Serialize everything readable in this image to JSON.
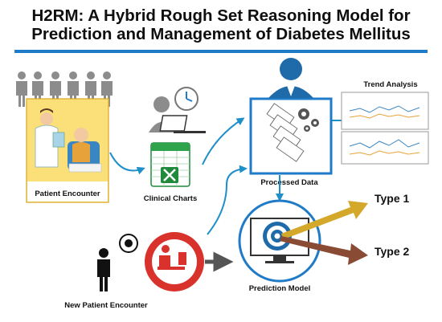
{
  "title": {
    "line1": "H2RM: A Hybrid Rough Set Reasoning Model for",
    "line2": "Prediction and Management of Diabetes Mellitus"
  },
  "nodes": {
    "patient_encounter": "Patient Encounter",
    "clinical_charts": "Clinical Charts",
    "processed_data": "Processed Data",
    "trend_analysis": "Trend Analysis",
    "new_patient_encounter": "New Patient Encounter",
    "prediction_model": "Prediction Model"
  },
  "outputs": {
    "type1": "Type 1",
    "type2": "Type 2"
  },
  "colors": {
    "accent_blue": "#1f7bc8",
    "arrow_teal": "#1f8fc9",
    "yellow_box": "#fbe07a",
    "red_circle": "#d9312b",
    "gold_arrow": "#d4a92b",
    "brown_arrow": "#8a4b35",
    "figure_gray": "#8c8c8c",
    "excel_green": "#1f8a3b"
  }
}
